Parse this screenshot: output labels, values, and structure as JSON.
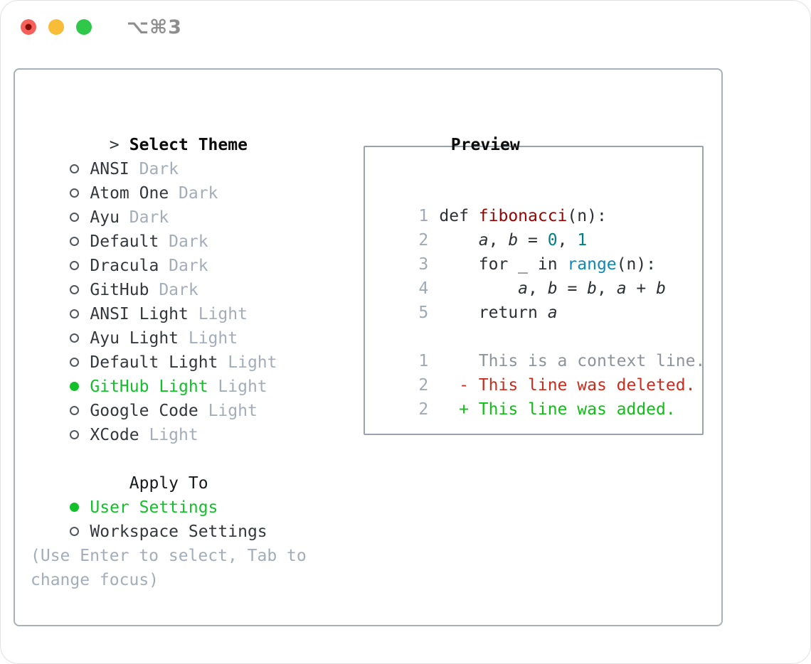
{
  "window": {
    "title": "⌥⌘3",
    "traffic_lights": [
      {
        "name": "close-button",
        "color": "#f5605a",
        "dot": "#820d07"
      },
      {
        "name": "minimize-button",
        "color": "#f8bd38",
        "dot": null
      },
      {
        "name": "zoom-button",
        "color": "#30c84b",
        "dot": null
      }
    ]
  },
  "theme_panel": {
    "prompt_prefix": ">",
    "header_label": "Select Theme",
    "themes": [
      {
        "name": "ANSI",
        "variant": "Dark",
        "selected": false
      },
      {
        "name": "Atom One",
        "variant": "Dark",
        "selected": false
      },
      {
        "name": "Ayu",
        "variant": "Dark",
        "selected": false
      },
      {
        "name": "Default",
        "variant": "Dark",
        "selected": false
      },
      {
        "name": "Dracula",
        "variant": "Dark",
        "selected": false
      },
      {
        "name": "GitHub",
        "variant": "Dark",
        "selected": false
      },
      {
        "name": "ANSI Light",
        "variant": "Light",
        "selected": false
      },
      {
        "name": "Ayu Light",
        "variant": "Light",
        "selected": false
      },
      {
        "name": "Default Light",
        "variant": "Light",
        "selected": false
      },
      {
        "name": "GitHub Light",
        "variant": "Light",
        "selected": true
      },
      {
        "name": "Google Code",
        "variant": "Light",
        "selected": false
      },
      {
        "name": "XCode",
        "variant": "Light",
        "selected": false
      }
    ],
    "apply_to": {
      "label": "Apply To",
      "options": [
        {
          "name": "User Settings",
          "selected": true
        },
        {
          "name": "Workspace Settings",
          "selected": false
        }
      ]
    },
    "help_lines": [
      "(Use Enter to select, Tab to",
      "change focus)"
    ]
  },
  "preview": {
    "label": "Preview",
    "code_lines": [
      {
        "num": "1",
        "tokens": [
          {
            "c": "code",
            "t": "def "
          },
          {
            "c": "title",
            "t": "fibonacci"
          },
          {
            "c": "code",
            "t": "(n):"
          }
        ]
      },
      {
        "num": "2",
        "tokens": [
          {
            "c": "code",
            "t": "    "
          },
          {
            "c": "var",
            "t": "a"
          },
          {
            "c": "code",
            "t": ", "
          },
          {
            "c": "var",
            "t": "b"
          },
          {
            "c": "code",
            "t": " = "
          },
          {
            "c": "number",
            "t": "0"
          },
          {
            "c": "code",
            "t": ", "
          },
          {
            "c": "number",
            "t": "1"
          }
        ]
      },
      {
        "num": "3",
        "tokens": [
          {
            "c": "code",
            "t": "    for _ in "
          },
          {
            "c": "builtin",
            "t": "range"
          },
          {
            "c": "code",
            "t": "(n):"
          }
        ]
      },
      {
        "num": "4",
        "tokens": [
          {
            "c": "code",
            "t": "        "
          },
          {
            "c": "var",
            "t": "a"
          },
          {
            "c": "code",
            "t": ", "
          },
          {
            "c": "var",
            "t": "b"
          },
          {
            "c": "code",
            "t": " = "
          },
          {
            "c": "var",
            "t": "b"
          },
          {
            "c": "code",
            "t": ", "
          },
          {
            "c": "var",
            "t": "a"
          },
          {
            "c": "code",
            "t": " + "
          },
          {
            "c": "var",
            "t": "b"
          }
        ]
      },
      {
        "num": "5",
        "tokens": [
          {
            "c": "code",
            "t": "    return "
          },
          {
            "c": "var",
            "t": "a"
          }
        ]
      }
    ],
    "diff_lines": [
      {
        "num": "1",
        "cls": "context",
        "text": "    This is a context line."
      },
      {
        "num": "2",
        "cls": "deleted",
        "text": "  - This line was deleted."
      },
      {
        "num": "2",
        "cls": "added",
        "text": "  + This line was added."
      }
    ]
  },
  "colors": {
    "accent-green": "#12c02a",
    "muted": "#a3adba",
    "linenum": "#9fa9b6",
    "code-fg": "#2c3036",
    "code-title": "#990000",
    "code-number": "#008080",
    "code-builtin": "#0d87ba",
    "diff-context": "#8d939a",
    "diff-deleted": "#cb2b1c",
    "diff-added": "#10bf16"
  }
}
